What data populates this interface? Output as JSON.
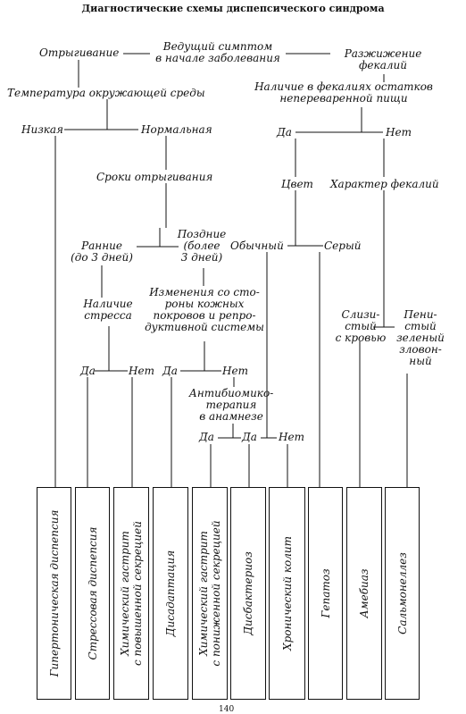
{
  "title": "Диагностические схемы диспепсического синдрома",
  "nodes": {
    "regurgitation": "Отрыгивание",
    "leading_symptom": [
      "Ведущий симптом",
      "в начале заболевания"
    ],
    "loose_stool": [
      "Разжижение",
      "фекалий"
    ],
    "ambient_temp": "Температура окружающей среды",
    "undigested": [
      "Наличие в фекалиях остатков",
      "непереваренной пищи"
    ],
    "low": "Низкая",
    "normal": "Нормальная",
    "yes_1": "Да",
    "no_1": "Нет",
    "timing": "Сроки отрыгивания",
    "color": "Цвет",
    "stool_character": "Характер фекалий",
    "early": [
      "Ранние",
      "(до 3 дней)"
    ],
    "late": [
      "Поздние",
      "(более",
      "3 дней)"
    ],
    "usual": "Обычный",
    "gray": "Серый",
    "stress": [
      "Наличие",
      "стресса"
    ],
    "skin_changes": [
      "Изменения со сто-",
      "роны кожных",
      "покровов и репро-",
      "дуктивной системы"
    ],
    "mucous": [
      "Слизи-",
      "стый",
      "с кровью"
    ],
    "foamy": [
      "Пени-",
      "стый",
      "зеленый",
      "зловон-",
      "ный"
    ],
    "yes_2": "Да",
    "no_2": "Нет",
    "yes_3": "Да",
    "no_3": "Нет",
    "antibiotics": [
      "Антибиомико-",
      "терапия",
      "в анамнезе"
    ],
    "yes_4": "Да",
    "yes_5": "Да",
    "no_4": "Нет"
  },
  "diagnoses": [
    [
      "Гипертоническая диспепсия"
    ],
    [
      "Стрессовая диспепсия"
    ],
    [
      "Химический гастрит",
      "с повышенной секрецией"
    ],
    [
      "Дисадаптация"
    ],
    [
      "Химический гастрит",
      "с пониженной секрецией"
    ],
    [
      "Дисбактериоз"
    ],
    [
      "Хронический колит"
    ],
    [
      "Гепатоз"
    ],
    [
      "Амебиаз"
    ],
    [
      "Сальмонеллез"
    ]
  ],
  "page_number": "140"
}
